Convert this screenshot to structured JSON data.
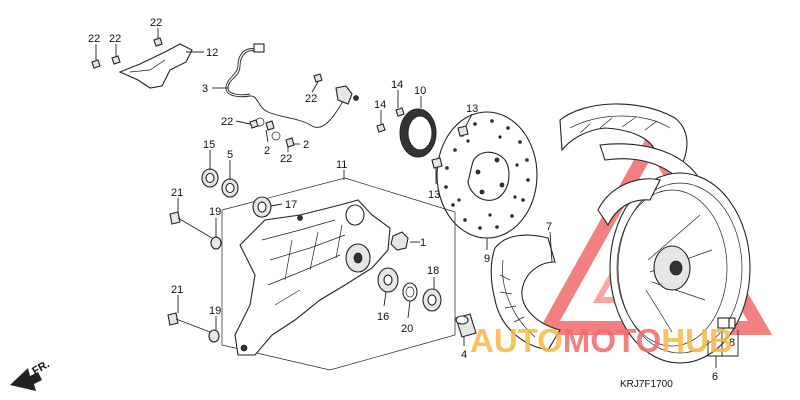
{
  "diagram_code": "KRJ7F1700",
  "direction_label": "FR.",
  "watermark": {
    "text_part1": "AUTO",
    "text_part2": "MOTO",
    "text_part3": "HUB",
    "color_primary": "#f26b6b",
    "color_secondary": "#f5b942"
  },
  "callouts": {
    "c22a": "22",
    "c22b": "22",
    "c22c": "22",
    "c12": "12",
    "c3": "3",
    "c22d": "22",
    "c22e": "22",
    "c2a": "2",
    "c22f": "22",
    "c2b": "2",
    "c14a": "14",
    "c14b": "14",
    "c10": "10",
    "c13a": "13",
    "c13b": "13",
    "c15": "15",
    "c5": "5",
    "c11": "11",
    "c17": "17",
    "c21a": "21",
    "c19a": "19",
    "c1": "1",
    "c7": "7",
    "c9": "9",
    "c18": "18",
    "c16": "16",
    "c20": "20",
    "c21b": "21",
    "c19b": "19",
    "c4": "4",
    "c8": "8",
    "c6": "6"
  }
}
